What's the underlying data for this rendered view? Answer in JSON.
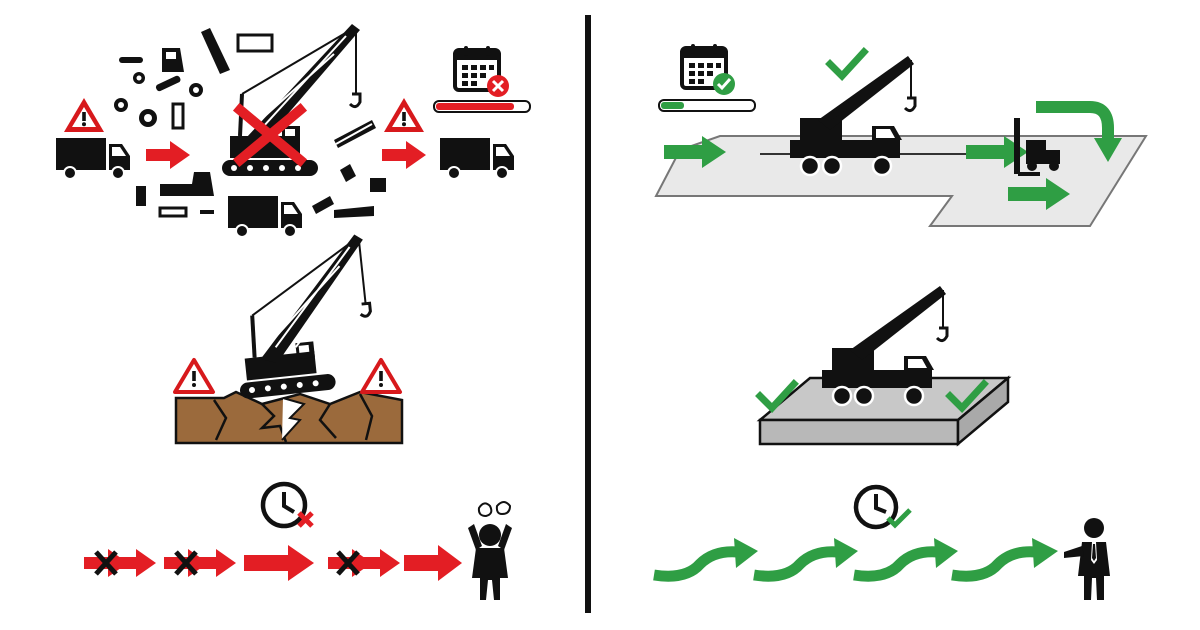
{
  "colors": {
    "ink": "#111111",
    "problem_red": "#e31e24",
    "success_green": "#2f9e44",
    "warning_red": "#d7191c",
    "soil_brown": "#9b6a3c",
    "slab_gray": "#c8c8c8",
    "road_gray": "#e9e9e9"
  },
  "left_panel": {
    "meaning": "problem",
    "rows": [
      {
        "id": "logistics",
        "icons": [
          "warning-icon",
          "truck-icon",
          "arrow-right-icon",
          "crawler-crane-icon",
          "x-mark-icon",
          "arrow-right-icon",
          "warning-icon",
          "truck-icon",
          "calendar-x-icon",
          "schedule-progress-bar",
          "scattered-parts"
        ],
        "schedule_progress": 0.85
      },
      {
        "id": "ground",
        "icons": [
          "crawler-crane-icon",
          "cracked-ground",
          "warning-icon",
          "warning-icon"
        ]
      },
      {
        "id": "timeline",
        "icons": [
          "clock-x-icon",
          "arrow-x-icon",
          "arrow-x-icon",
          "arrow-right-icon",
          "arrow-x-icon",
          "arrow-right-icon",
          "frustrated-person-icon"
        ]
      }
    ]
  },
  "right_panel": {
    "meaning": "solution",
    "rows": [
      {
        "id": "logistics",
        "icons": [
          "calendar-check-icon",
          "schedule-progress-bar",
          "check-icon",
          "mobile-crane-icon",
          "arrow-right-icon",
          "arrow-right-icon",
          "forklift-icon",
          "curved-arrow-icon",
          "arrow-right-icon"
        ],
        "schedule_progress": 0.25
      },
      {
        "id": "ground",
        "icons": [
          "mobile-crane-icon",
          "concrete-slab",
          "check-icon",
          "check-icon"
        ]
      },
      {
        "id": "timeline",
        "icons": [
          "clock-check-icon",
          "wave-arrow-icon",
          "wave-arrow-icon",
          "wave-arrow-icon",
          "wave-arrow-icon",
          "businessman-icon"
        ]
      }
    ]
  }
}
